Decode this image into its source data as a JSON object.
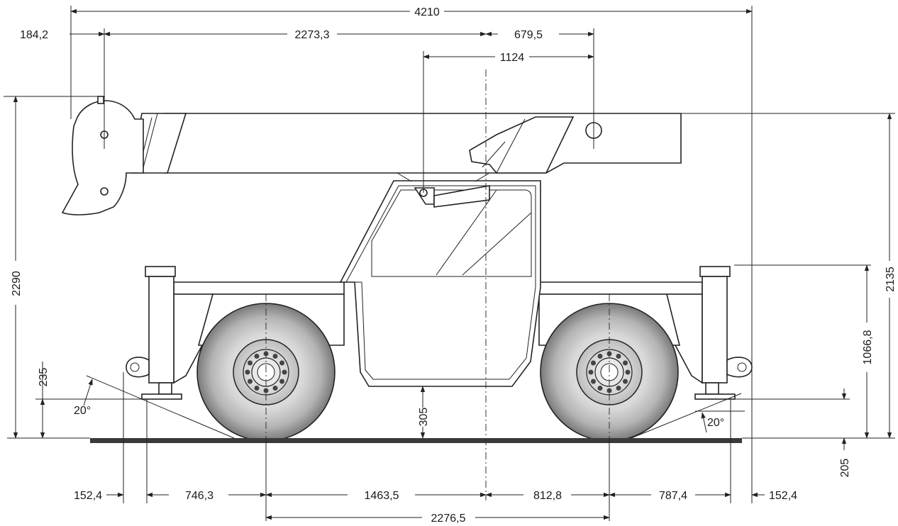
{
  "dimensions": {
    "overall_length": "4210",
    "rear_overhang_top": "184,2",
    "boom_to_center": "2273,3",
    "center_to_boom_pin": "679,5",
    "cab_pin_to_boom_pin": "1124",
    "overall_height": "2290",
    "boom_top_height": "2135",
    "outrigger_height": "1066,8",
    "bumper_height": "235",
    "ground_clearance": "305",
    "outrigger_pad_height": "205",
    "approach_angle_left": "20°",
    "departure_angle_right": "20°",
    "bottom_left_overhang": "152,4",
    "left_to_rear_axle": "746,3",
    "rear_axle_to_center": "1463,5",
    "center_to_front_axle": "812,8",
    "front_axle_to_outrigger": "787,4",
    "bottom_right_overhang": "152,4",
    "wheelbase": "2276,5"
  }
}
